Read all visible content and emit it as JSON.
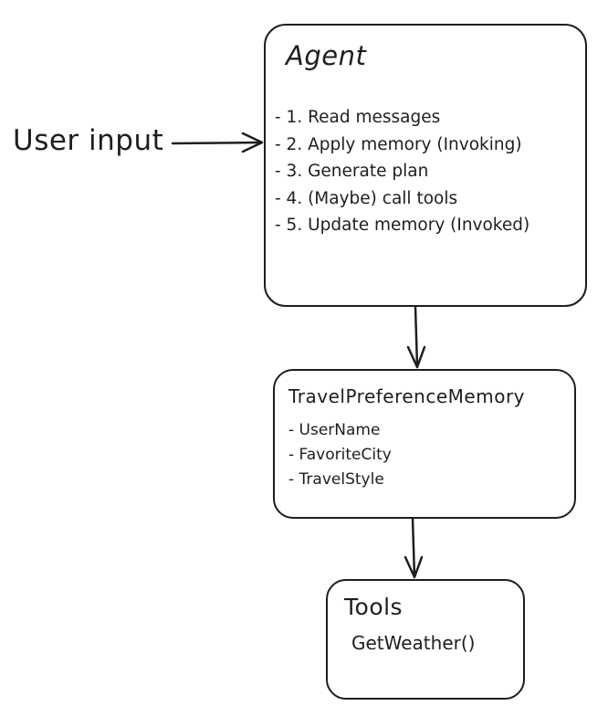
{
  "user_input": {
    "label": "User input"
  },
  "agent": {
    "title": "Agent",
    "steps": [
      "- 1. Read messages",
      "- 2. Apply memory (Invoking)",
      "- 3. Generate plan",
      "- 4. (Maybe) call tools",
      "- 5. Update memory (Invoked)"
    ]
  },
  "memory": {
    "title": "TravelPreferenceMemory",
    "fields": [
      "- UserName",
      "- FavoriteCity",
      "- TravelStyle"
    ]
  },
  "tools": {
    "title": "Tools",
    "items": [
      "GetWeather()"
    ]
  }
}
